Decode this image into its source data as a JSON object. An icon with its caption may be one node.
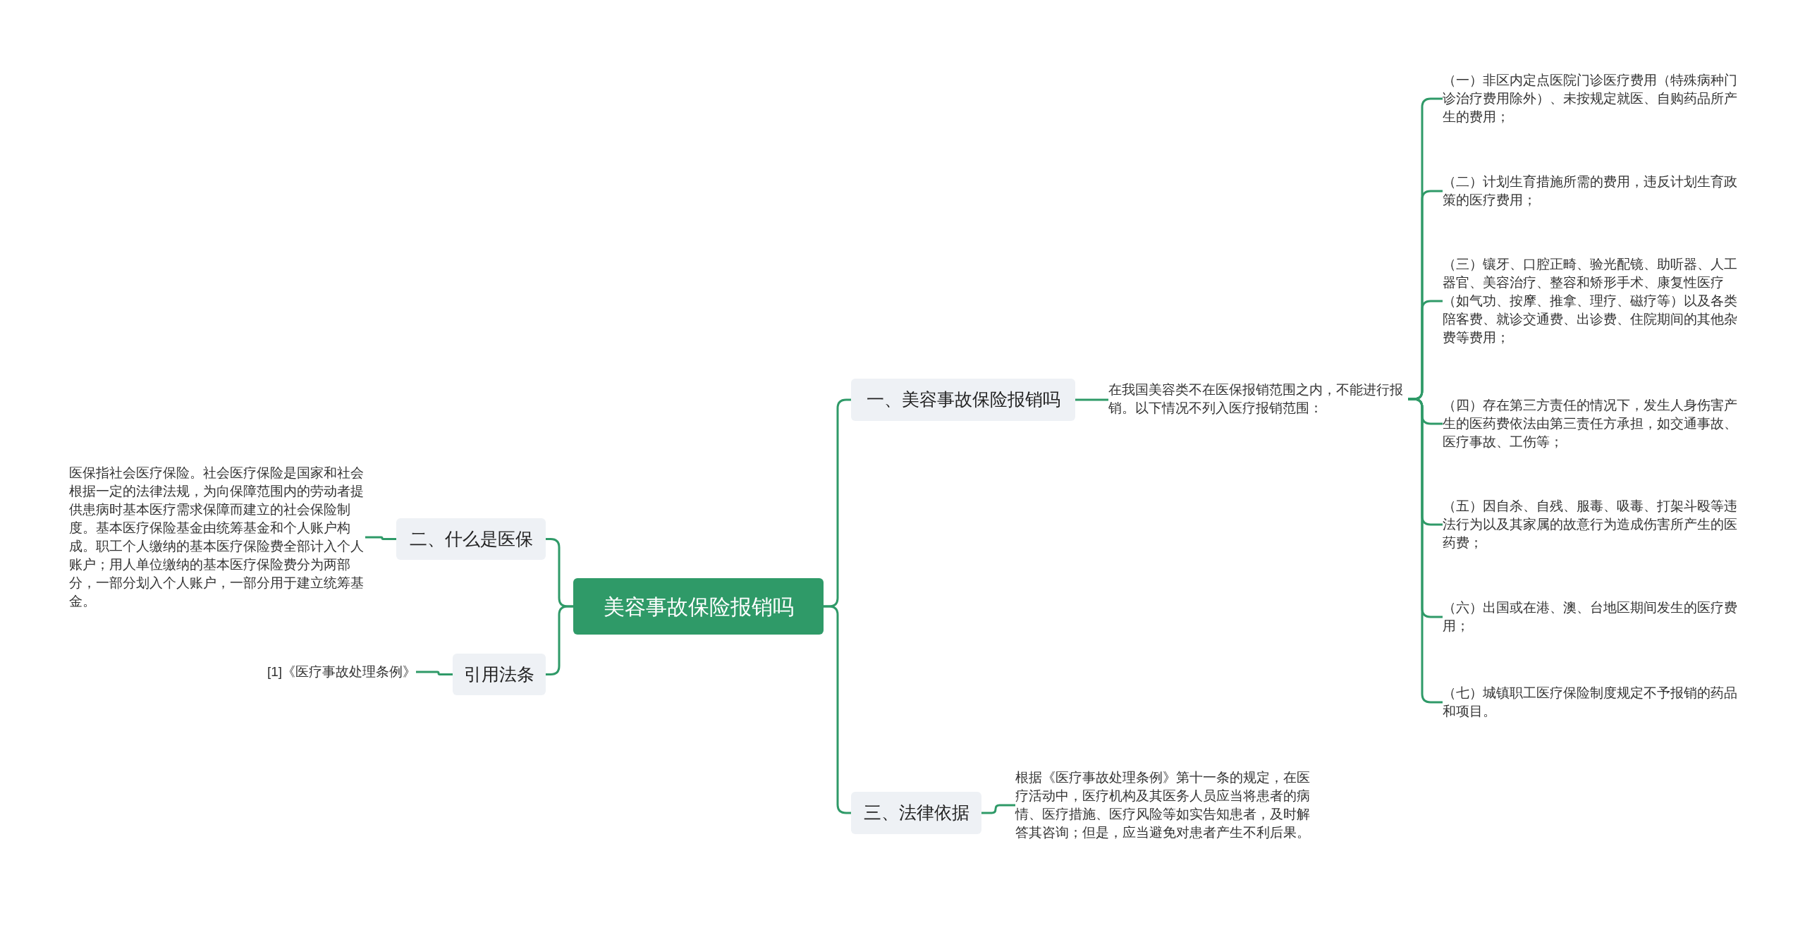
{
  "diagram": {
    "nodes": [
      {
        "text": [
          "美容事故保险报销吗"
        ]
      },
      {
        "text": [
          "一、美容事故保险报销吗"
        ]
      },
      {
        "text": [
          "在我国美容类不在医保报销范围之内，不能进行报销。以下情况不列入医疗报销范围："
        ]
      },
      {
        "text": [
          "（一）非区内定点医院门诊医疗费用（特殊病种门诊治疗费用除外）、未按规定就医、自购药品所产生的费用；"
        ]
      },
      {
        "text": [
          "（二）计划生育措施所需的费用，违反计划生育政策的医疗费用；"
        ]
      },
      {
        "text": [
          "（三）镶牙、口腔正畸、验光配镜、助听器、人工器官、美容治疗、整容和矫形手术、康复性医疗（如气功、按摩、推拿、理疗、磁疗等）以及各类陪客费、就诊交通费、出诊费、住院期间的其他杂费等费用；"
        ]
      },
      {
        "text": [
          "（四）存在第三方责任的情况下，发生人身伤害产生的医药费依法由第三责任方承担，如交通事故、医疗事故、工伤等；"
        ]
      },
      {
        "text": [
          "（五）因自杀、自残、服毒、吸毒、打架斗殴等违法行为以及其家属的故意行为造成伤害所产生的医药费；"
        ]
      },
      {
        "text": [
          "（六）出国或在港、澳、台地区期间发生的医疗费用；"
        ]
      },
      {
        "text": [
          "（七）城镇职工医疗保险制度规定不予报销的药品和项目。"
        ]
      },
      {
        "text": [
          "三、法律依据"
        ]
      },
      {
        "text": [
          "根据《医疗事故处理条例》第十一条的规定，在医疗活动中，医疗机构及其医务人员应当将患者的病情、医疗措施、医疗风险等如实告知患者，及时解答其咨询；但是，应当避免对患者产生不利后果。"
        ]
      },
      {
        "text": [
          "二、什么是医保"
        ]
      },
      {
        "text": [
          "医保指社会医疗保险。社会医疗保险是国家和社会根据一定的法律法规，为向保障范围内的劳动者提供患病时基本医疗需求保障而建立的社会保险制度。基本医疗保险基金由统筹基金和个人账户构成。职工个人缴纳的基本医疗保险费全部计入个人账户；用人单位缴纳的基本医疗保险费分为两部分，一部分划入个人账户，一部分用于建立统筹基金。"
        ]
      },
      {
        "text": [
          "引用法条"
        ]
      },
      {
        "text": [
          "[1]《医疗事故处理条例》"
        ]
      }
    ],
    "edges": [
      {
        "from": 0,
        "to": 1,
        "arrow": "none"
      },
      {
        "from": 0,
        "to": 10,
        "arrow": "none"
      },
      {
        "from": 0,
        "to": 12,
        "arrow": "none"
      },
      {
        "from": 0,
        "to": 14,
        "arrow": "none"
      },
      {
        "from": 1,
        "to": 2,
        "arrow": "none"
      },
      {
        "from": 2,
        "to": 3,
        "arrow": "none"
      },
      {
        "from": 2,
        "to": 4,
        "arrow": "none"
      },
      {
        "from": 2,
        "to": 5,
        "arrow": "none"
      },
      {
        "from": 2,
        "to": 6,
        "arrow": "none"
      },
      {
        "from": 2,
        "to": 7,
        "arrow": "none"
      },
      {
        "from": 2,
        "to": 8,
        "arrow": "none"
      },
      {
        "from": 2,
        "to": 9,
        "arrow": "none"
      },
      {
        "from": 10,
        "to": 11,
        "arrow": "none"
      },
      {
        "from": 12,
        "to": 13,
        "arrow": "none"
      },
      {
        "from": 14,
        "to": 15,
        "arrow": "none"
      }
    ]
  }
}
